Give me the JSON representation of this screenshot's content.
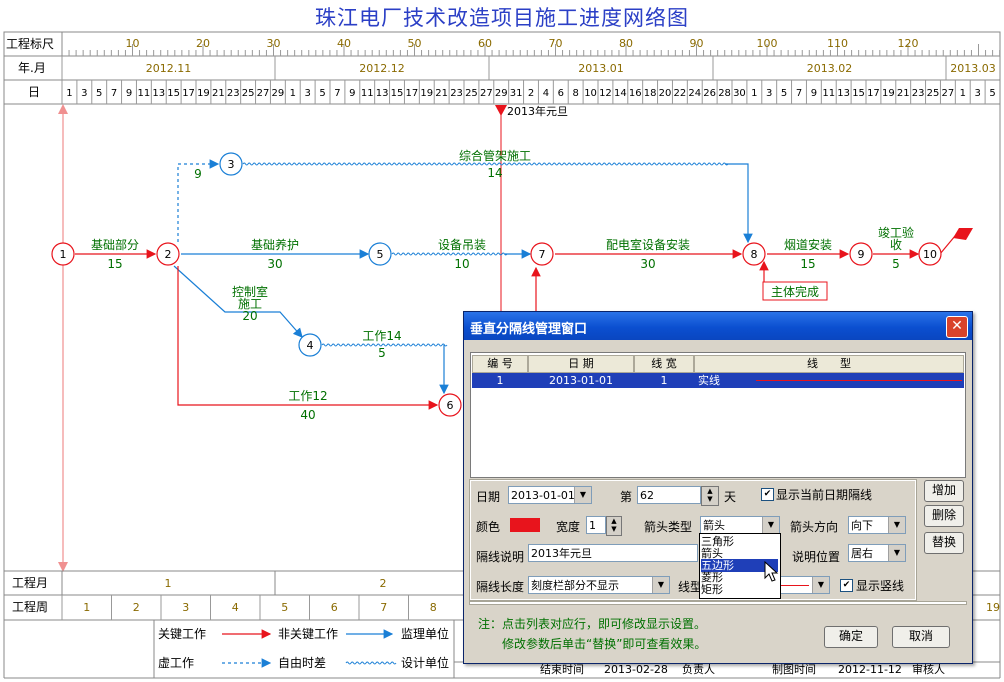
{
  "title": "珠江电厂技术改造项目施工进度网络图",
  "header": {
    "row_labels": {
      "scale": "工程标尺",
      "month": "年.月",
      "day": "日"
    },
    "scale_numbers": [
      "10",
      "20",
      "30",
      "40",
      "50",
      "60",
      "70",
      "80",
      "90",
      "100",
      "110",
      "120"
    ],
    "months": [
      "2012.11",
      "2012.12",
      "2013.01",
      "2013.02",
      "2013.03"
    ],
    "days": [
      "1",
      "3",
      "5",
      "7",
      "9",
      "11",
      "13",
      "15",
      "17",
      "19",
      "21",
      "23",
      "25",
      "27",
      "29",
      "1",
      "3",
      "5",
      "7",
      "9",
      "11",
      "13",
      "15",
      "17",
      "19",
      "21",
      "23",
      "25",
      "27",
      "29",
      "31",
      "2",
      "4",
      "6",
      "8",
      "10",
      "12",
      "14",
      "16",
      "18",
      "20",
      "22",
      "24",
      "26",
      "28",
      "30",
      "1",
      "3",
      "5",
      "7",
      "9",
      "11",
      "13",
      "15",
      "17",
      "19",
      "21",
      "23",
      "25",
      "27",
      "1",
      "3",
      "5"
    ]
  },
  "marker_label": "2013年元旦",
  "nodes": [
    "1",
    "2",
    "3",
    "4",
    "5",
    "6",
    "7",
    "8",
    "9",
    "10"
  ],
  "activities": {
    "a12_name": "基础部分",
    "a12_dur": "15",
    "a23_dur": "9",
    "a3_8_name": "综合管架施工",
    "a3_8_dur": "14",
    "a25_name": "基础养护",
    "a25_dur": "30",
    "a57_name": "设备吊装",
    "a57_dur": "10",
    "a78_name": "配电室设备安装",
    "a78_dur": "30",
    "a89_name": "烟道安装",
    "a89_dur": "15",
    "a9_10_name_1": "竣工验",
    "a9_10_name_2": "收",
    "a9_10_dur": "5",
    "a24_name_1": "控制室",
    "a24_name_2": "施工",
    "a24_dur": "20",
    "a46_name": "工作14",
    "a46_dur": "5",
    "a26_name": "工作12",
    "a26_dur": "40",
    "milestone": "主体完成"
  },
  "footer": {
    "month_label": "工程月",
    "week_label": "工程周",
    "months": [
      "1",
      "2"
    ],
    "weeks": [
      "1",
      "2",
      "3",
      "4",
      "5",
      "6",
      "7",
      "8"
    ],
    "week_cut": "19",
    "legend": {
      "critical": "关键工作",
      "noncritical": "非关键工作",
      "supervision": "监理单位",
      "dummy": "虚工作",
      "float": "自由时差",
      "design": "设计单位"
    },
    "partial_row": [
      "结束时间",
      "2013-02-28",
      "负责人",
      "制图时间",
      "2012-11-12",
      "审核人"
    ]
  },
  "dialog": {
    "title": "垂直分隔线管理窗口",
    "columns": [
      "编 号",
      "日 期",
      "线 宽",
      "线　　型"
    ],
    "rows": [
      {
        "id": "1",
        "date": "2013-01-01",
        "width": "1",
        "type": "实线"
      }
    ],
    "date_label": "日期",
    "date_value": "2013-01-01",
    "day_prefix": "第",
    "day_value": "62",
    "day_suffix": "天",
    "show_current_label": "显示当前日期隔线",
    "color_label": "颜色",
    "width_label": "宽度",
    "width_value": "1",
    "arrow_type_label": "箭头类型",
    "arrow_type_value": "箭头",
    "arrow_dir_label": "箭头方向",
    "arrow_dir_value": "向下",
    "desc_label": "隔线说明",
    "desc_value": "2013年元旦",
    "desc_pos_label": "说明位置",
    "desc_pos_value": "居右",
    "length_label": "隔线长度",
    "length_value": "刻度栏部分不显示",
    "line_type_label": "线型",
    "show_vertical_label": "显示竖线",
    "btn_add": "增加",
    "btn_delete": "删除",
    "btn_replace": "替换",
    "note_1": "注：点击列表对应行，即可修改显示设置。",
    "note_2": "修改参数后单击“替换”即可查看效果。",
    "btn_ok": "确定",
    "btn_cancel": "取消",
    "arrow_options": [
      "三角形",
      "箭头",
      "五边形",
      "菱形",
      "矩形"
    ],
    "selected_option_index": 2
  },
  "colors": {
    "critical": "#e8141c",
    "noncritical": "#1a7fd6",
    "label_text": "#007000",
    "title": "#2b3fc6"
  }
}
